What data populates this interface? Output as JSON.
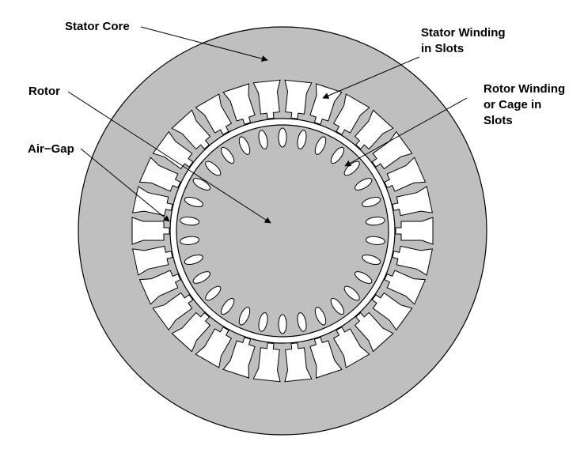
{
  "labels": {
    "stator_core": "Stator Core",
    "stator_winding": [
      "Stator Winding",
      "in Slots"
    ],
    "rotor": "Rotor",
    "rotor_winding": [
      "Rotor Winding",
      "or Cage in",
      "Slots"
    ],
    "air_gap": "Air−Gap"
  },
  "colors": {
    "core_fill": "#bfbfbf",
    "slot_fill": "#ffffff",
    "outline": "#000000",
    "background": "#ffffff"
  },
  "structure": {
    "stator_slot_count": 30,
    "rotor_slot_count": 30
  }
}
